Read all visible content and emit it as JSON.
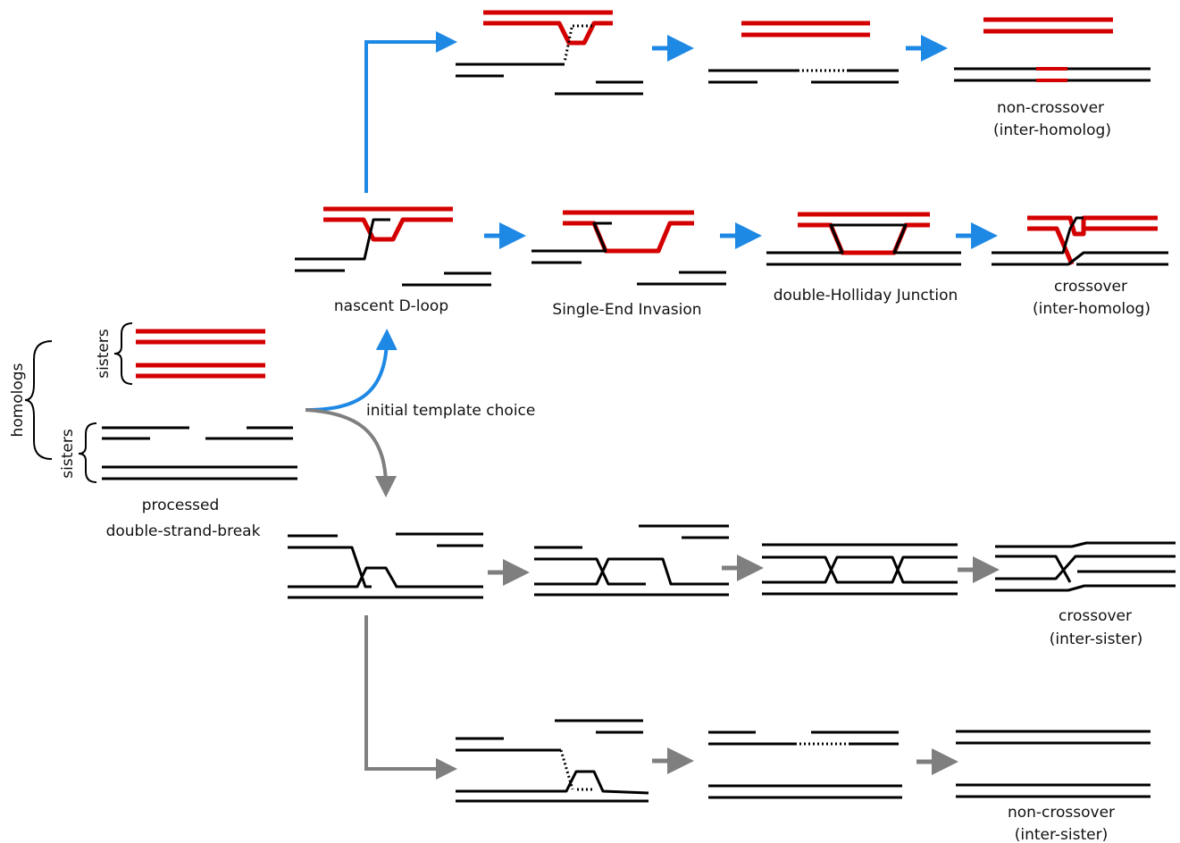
{
  "colors": {
    "interhomolog_strand": "#d40000",
    "sister_strand": "#000000",
    "interhomolog_arrow": "#1e88e5",
    "intersister_arrow": "#7f7f7f"
  },
  "labels": {
    "homologs": "homologs",
    "sisters_top": "sisters",
    "sisters_bottom": "sisters",
    "dsb_line1": "processed",
    "dsb_line2": "double-strand-break",
    "template_choice": "initial template choice",
    "nascent_dloop": "nascent D-loop",
    "sei": "Single-End Invasion",
    "dhj": "double-Holliday Junction",
    "co_homolog_line1": "crossover",
    "co_homolog_line2": "(inter-homolog)",
    "nco_homolog_line1": "non-crossover",
    "nco_homolog_line2": "(inter-homolog)",
    "co_sister_line1": "crossover",
    "co_sister_line2": "(inter-sister)",
    "nco_sister_line1": "non-crossover",
    "nco_sister_line2": "(inter-sister)"
  }
}
